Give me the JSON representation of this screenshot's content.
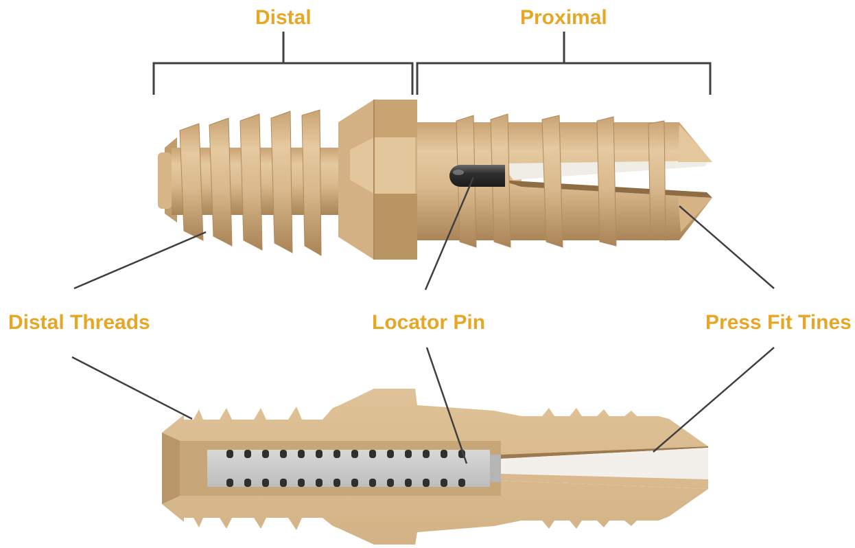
{
  "labels": {
    "distal": "Distal",
    "proximal": "Proximal",
    "distal_threads": "Distal Threads",
    "locator_pin": "Locator Pin",
    "press_fit_tines": "Press Fit Tines"
  },
  "colors": {
    "label": "#e6a726",
    "leader_line": "#3f3f3f",
    "implant_body": "#d9b98d",
    "implant_shadow": "#b89468",
    "implant_highlight": "#ead4b2",
    "pin": "#3a3a3a",
    "inner_insert": "#c9c9c9",
    "background": "#ffffff"
  }
}
